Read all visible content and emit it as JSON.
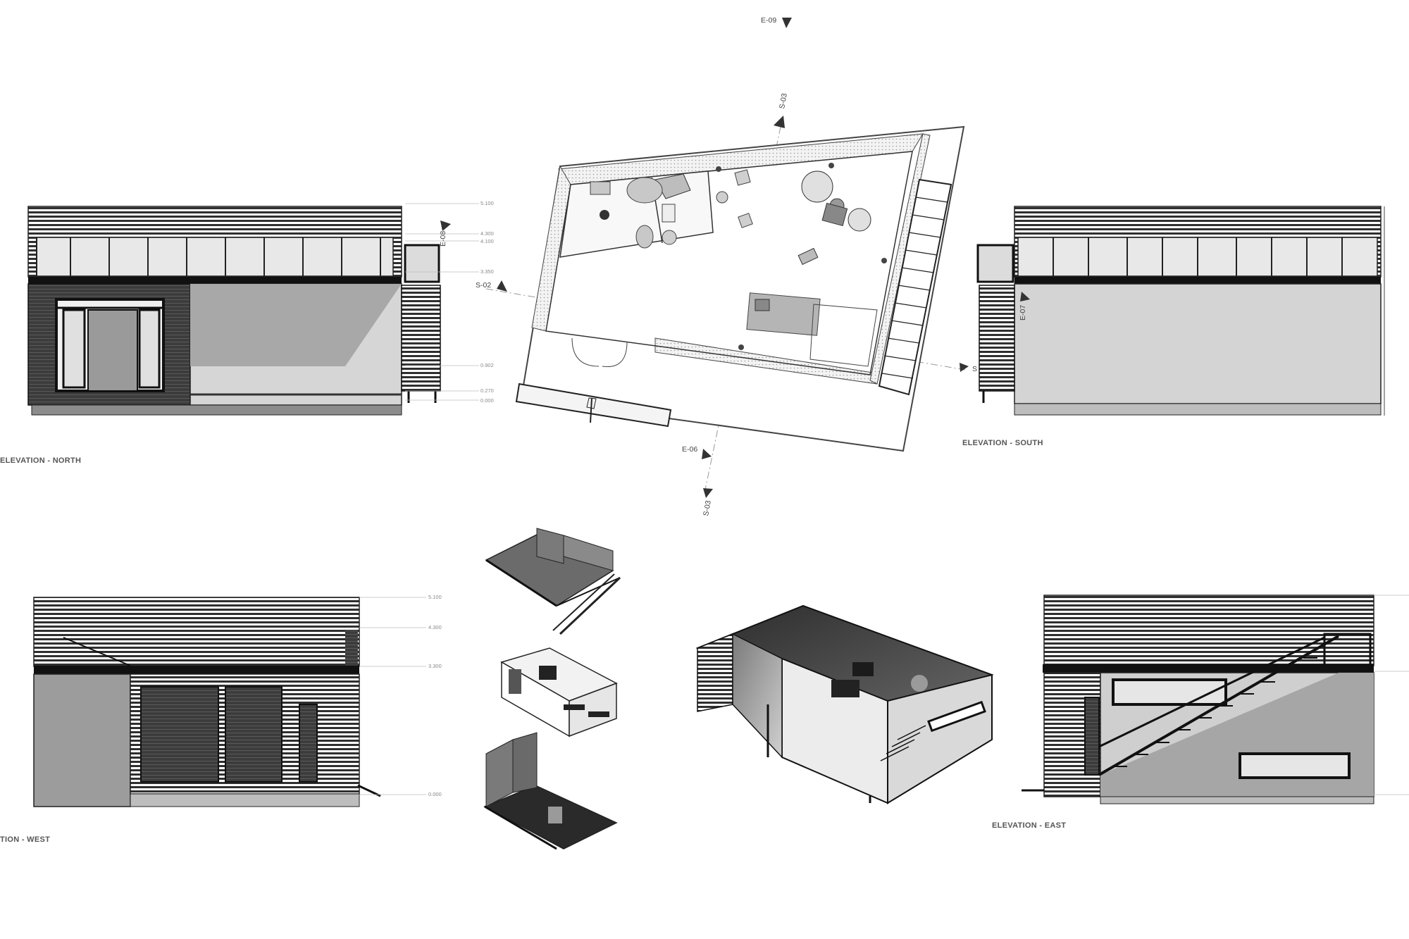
{
  "elevations": {
    "north": "ELEVATION - NORTH",
    "south": "ELEVATION - SOUTH",
    "west": "TION - WEST",
    "east": "ELEVATION - EAST"
  },
  "markers": {
    "e09": "E-09",
    "e08": "E-08",
    "e07": "E-07",
    "e06": "E-06",
    "s02": "S-02",
    "s03_top": "S-03",
    "s03_bottom": "S-03",
    "s_right": "S"
  },
  "levels_north": [
    "5.100",
    "4.300",
    "4.100",
    "3.350",
    "0.902",
    "0.270",
    "0.000"
  ],
  "levels_west": [
    "5.100",
    "4.300",
    "3.300",
    "0.000"
  ],
  "colors": {
    "dark_cladding": "#2a2a2a",
    "panel_grey": "#c7c7c7",
    "roof_slat": "#3a3a3a",
    "line": "#1e1e1e"
  }
}
